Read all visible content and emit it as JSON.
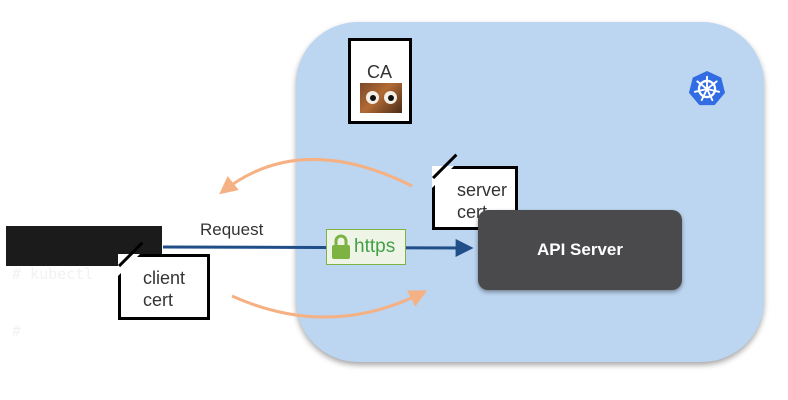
{
  "terminal": {
    "line1": "# kubectl",
    "line2": "#"
  },
  "docs": {
    "ca": {
      "label": "CA",
      "icon": "ca-image-icon"
    },
    "server_cert": {
      "label": "server\ncert"
    },
    "client_cert": {
      "label": "client\ncert"
    }
  },
  "api_server": {
    "label": "API Server"
  },
  "request": {
    "label": "Request"
  },
  "https": {
    "label": "https",
    "icon": "padlock-icon"
  },
  "logo": {
    "icon": "kubernetes-logo-icon"
  },
  "colors": {
    "cluster_bg": "#bcd5f0",
    "request_arrow": "#1f4e89",
    "flow_arrow": "#f5b183",
    "api_server_bg": "#4a4a4c",
    "https_green": "#43a047",
    "k8s_blue": "#326ce5"
  }
}
